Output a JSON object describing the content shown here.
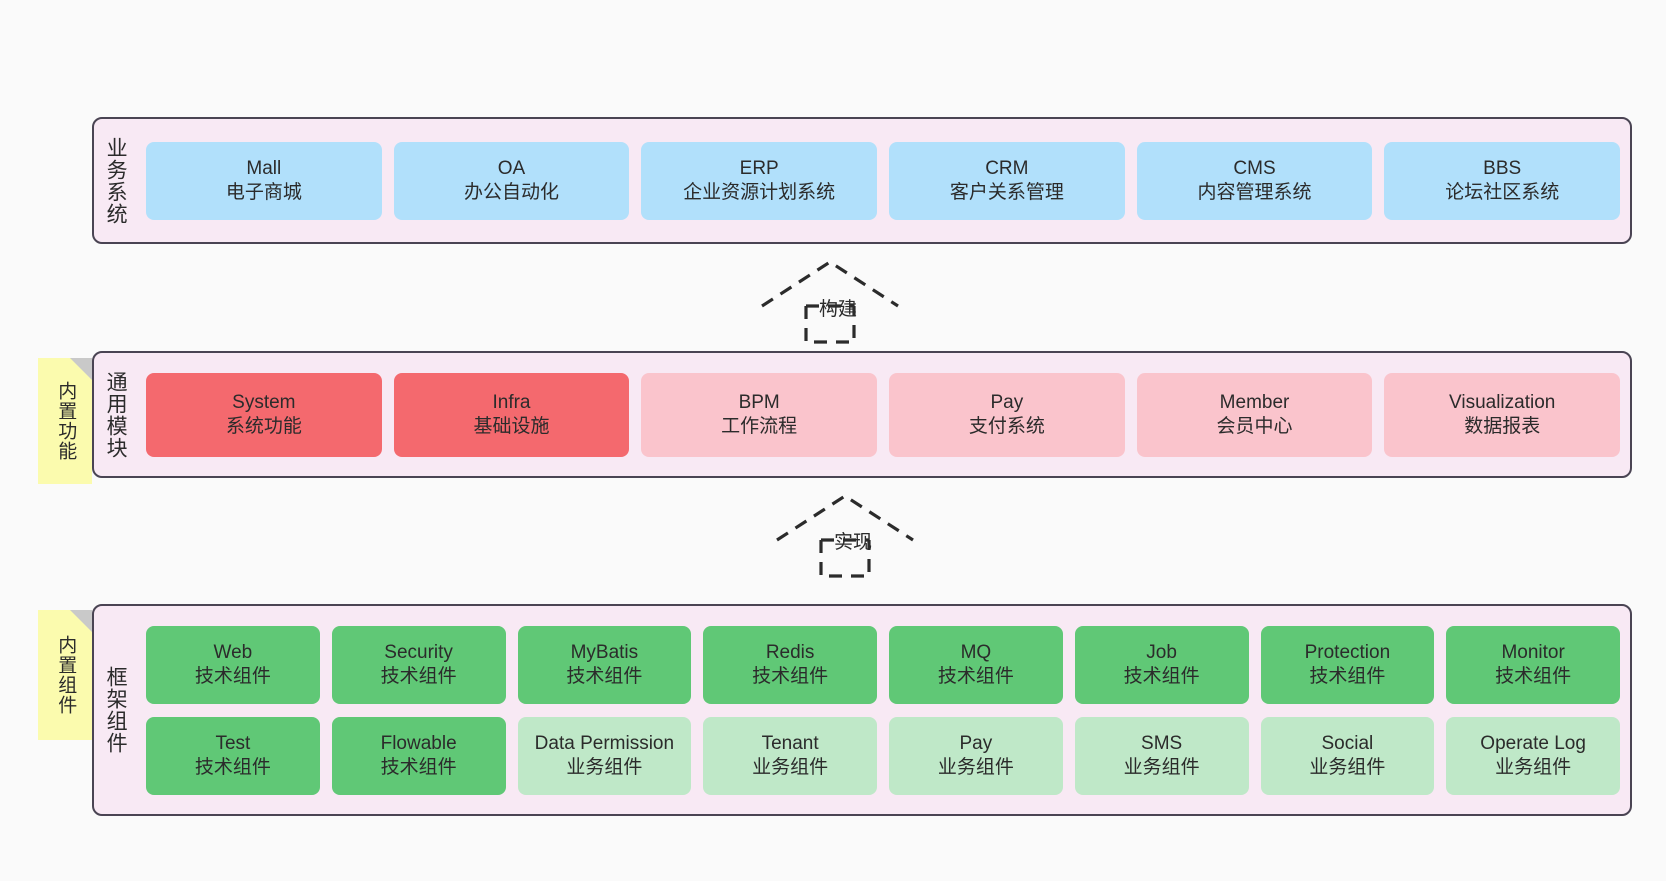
{
  "diagram": {
    "background": "#fafafa",
    "band_fill": "#f8e9f4",
    "band_border": "#4a4453",
    "note_fill": "#fbfbae",
    "colors": {
      "business": "#b1e0fb",
      "module_core": "#f4696e",
      "module_other": "#fac4cc",
      "tech_component": "#60c876",
      "business_component": "#bfe8c8"
    }
  },
  "layers": [
    {
      "id": "business-system",
      "title": "业务系统",
      "note": null,
      "rows": [
        [
          {
            "en": "Mall",
            "cn": "电子商城",
            "style": "blue"
          },
          {
            "en": "OA",
            "cn": "办公自动化",
            "style": "blue"
          },
          {
            "en": "ERP",
            "cn": "企业资源计划系统",
            "style": "blue"
          },
          {
            "en": "CRM",
            "cn": "客户关系管理",
            "style": "blue"
          },
          {
            "en": "CMS",
            "cn": "内容管理系统",
            "style": "blue"
          },
          {
            "en": "BBS",
            "cn": "论坛社区系统",
            "style": "blue"
          }
        ]
      ]
    },
    {
      "id": "common-module",
      "title": "通用模块",
      "note": "内置功能",
      "rows": [
        [
          {
            "en": "System",
            "cn": "系统功能",
            "style": "red"
          },
          {
            "en": "Infra",
            "cn": "基础设施",
            "style": "red"
          },
          {
            "en": "BPM",
            "cn": "工作流程",
            "style": "pink"
          },
          {
            "en": "Pay",
            "cn": "支付系统",
            "style": "pink"
          },
          {
            "en": "Member",
            "cn": "会员中心",
            "style": "pink"
          },
          {
            "en": "Visualization",
            "cn": "数据报表",
            "style": "pink"
          }
        ]
      ]
    },
    {
      "id": "framework-component",
      "title": "框架组件",
      "note": "内置组件",
      "rows": [
        [
          {
            "en": "Web",
            "cn": "技术组件",
            "style": "green"
          },
          {
            "en": "Security",
            "cn": "技术组件",
            "style": "green"
          },
          {
            "en": "MyBatis",
            "cn": "技术组件",
            "style": "green"
          },
          {
            "en": "Redis",
            "cn": "技术组件",
            "style": "green"
          },
          {
            "en": "MQ",
            "cn": "技术组件",
            "style": "green"
          },
          {
            "en": "Job",
            "cn": "技术组件",
            "style": "green"
          },
          {
            "en": "Protection",
            "cn": "技术组件",
            "style": "green"
          },
          {
            "en": "Monitor",
            "cn": "技术组件",
            "style": "green"
          }
        ],
        [
          {
            "en": "Test",
            "cn": "技术组件",
            "style": "green"
          },
          {
            "en": "Flowable",
            "cn": "技术组件",
            "style": "green"
          },
          {
            "en": "Data Permission",
            "cn": "业务组件",
            "style": "ltgreen"
          },
          {
            "en": "Tenant",
            "cn": "业务组件",
            "style": "ltgreen"
          },
          {
            "en": "Pay",
            "cn": "业务组件",
            "style": "ltgreen"
          },
          {
            "en": "SMS",
            "cn": "业务组件",
            "style": "ltgreen"
          },
          {
            "en": "Social",
            "cn": "业务组件",
            "style": "ltgreen"
          },
          {
            "en": "Operate Log",
            "cn": "业务组件",
            "style": "ltgreen"
          }
        ]
      ]
    }
  ],
  "arrows": [
    {
      "id": "build",
      "label": "构建"
    },
    {
      "id": "implement",
      "label": "实现"
    }
  ]
}
